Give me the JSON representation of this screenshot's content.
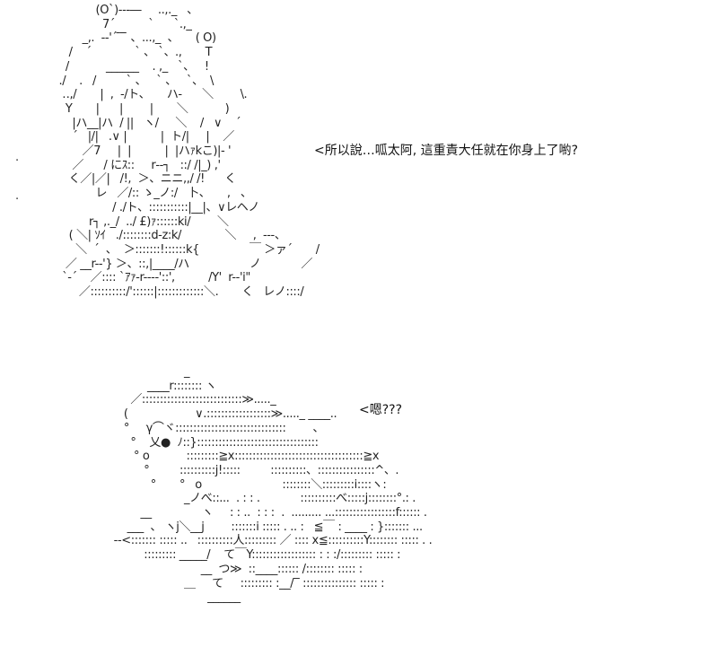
{
  "speech_top": "<所以說…呱太阿, 這重責大任就在你身上了喲?",
  "speech_bottom": "<嗯???",
  "art_top": "             (O`)-‐-―     ..,._   、\n               7´          `      `.,_\n         _,.  -‐'´ ̄ ̄ ̄ 、...,_  、     ( O)\n     /    ´             ` 、 `、.,       T\n    /           ______    . ,_   `、   !\n  ./    .   /         ` 、   ` 、   `、  \\\n   ‥,/       |  ,  -/ト、     ハ-      ＼        \\.\n    Y       |      |        |       ＼           )\n      |ハ__|ハ  / ||   ヽ/     ＼    /   ∨    ´\n      ´   |/|   .∨ |          |  ト/|     |    ／\n         ／7     |  |          |  |ハｧkこ)|- '\n      ／      / にｽ::     r‐-┐   ::/ /|_) ,'\n     く／|／|   /!,  ＞、ニニ,,/ /!      く\n             レ   ／/:: ゝ_ノ:/   卜、     ,   、\n                  / ./ト、:::::::::::|__|、∨レヘノ\n           r┐ ,._/  ../ £)ｧ::::::ki/        ＼\n     ( ＼| ｿｲ   ./::::::::d-z:k/             ＼     ,  -‐-、\n       ＼  ´  、  ＞:::::::!::::::k{               ￣ ＞ァ´       /\n    ／ __r-‐'} ＞、::,|____/ハ                  ノ            ／\n   `-´    ／:::: `ｱｧ-r---‐'::',          /Y'  r-‐'i\"\n        ／::::::::::/'::::::|:::::::::::::＼.       く   レノ::::/",
  "art_bottom": "                          _\n               ____r:::::::: ヽ\n          ／::::::::::::::::::::::::::::≫....._\n        (                    ∨.::::::::::::::::::≫....._ ____..\n        °     γ⌒ヾ:::::::::::::::::::::::::::::::        、\n          °    乂●  ﾉ::}::::::::::::::::::::::::::::::::::\n           ° o           :::::::::≧x::::::::::::::::::::::::::::::::::::≧x\n              °         ::::::::::j!:::::         ::::::::::、::::::::::::::::^、.\n                °       °   o                        ::::::::＼:::::::::i::::ヽ:\n                          _ノべ::...  . : : .            ::::::::::べ:::::j::::::::°.: .\n             __               ヽ     : : ..  : : :  .  ......... ...:::::::::::::::::f:::::: .\n         ___  、 ヽj＼__j        :::::::i ::::: . .. :   ≦￣ : ____ : }::::::: ...\n     ‐‐<::::::: ::::: ..   ::::::::::人::::::::: ／ :::: x≦::::::::::Y:::::::: ::::: . .\n              ::::::::: _____/    て￣Y:::::::::::::::::: : : :/::::::::: ::::: :\n                               __  つ≫  ::____:::::: /:::::::: ::::: :\n                          ＿     て     ::::::::: :__/‾ ::::::::::::::: ::::: :\n                                 ______"
}
